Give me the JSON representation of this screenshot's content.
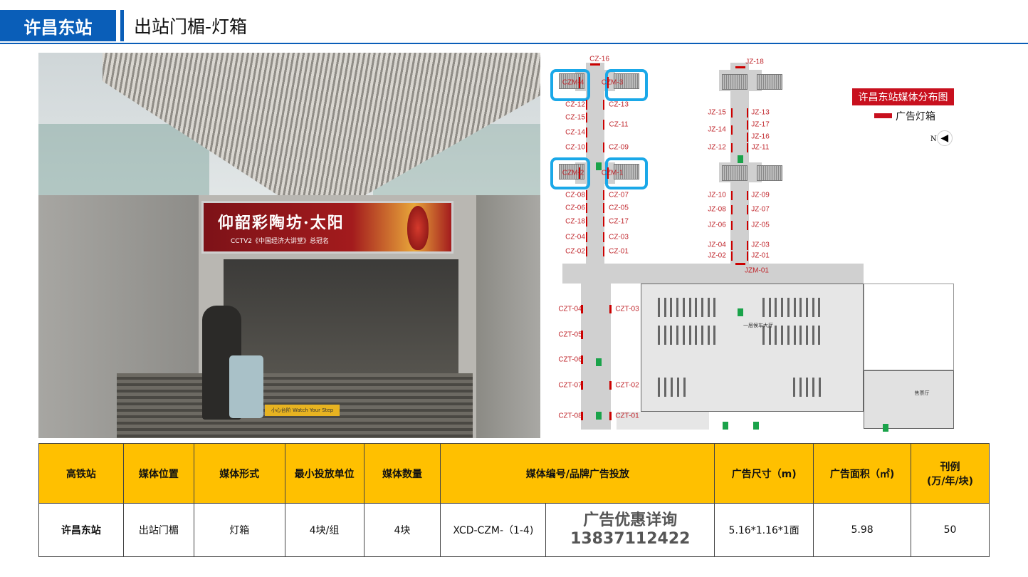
{
  "header": {
    "station": "许昌东站",
    "title": "出站门楣-灯箱"
  },
  "photo": {
    "banner_title": "仰韶彩陶坊·太阳",
    "banner_sub": "CCTV2《中国经济大讲堂》总冠名",
    "floor_sign": "小心台阶 Watch Your Step"
  },
  "map": {
    "legend_title": "许昌东站媒体分布图",
    "legend_item": "广告灯箱",
    "compass": "N",
    "hall_label": "一层候车大厅",
    "ticket_label": "售票厅",
    "cz_labels": [
      "CZ-16",
      "CZ-12",
      "CZ-15",
      "CZ-14",
      "CZ-10",
      "CZ-08",
      "CZ-06",
      "CZ-18",
      "CZ-04",
      "CZ-02",
      "CZ-13",
      "CZ-11",
      "CZ-09",
      "CZ-07",
      "CZ-05",
      "CZ-17",
      "CZ-03",
      "CZ-01"
    ],
    "czm_labels": [
      "CZM-4",
      "CZM-3",
      "CZM-2",
      "CZM-1"
    ],
    "jz_labels": [
      "JZ-18",
      "JZ-15",
      "JZ-14",
      "JZ-12",
      "JZ-10",
      "JZ-08",
      "JZ-06",
      "JZ-04",
      "JZ-02",
      "JZ-13",
      "JZ-17",
      "JZ-16",
      "JZ-11",
      "JZ-09",
      "JZ-07",
      "JZ-05",
      "JZ-03",
      "JZ-01",
      "JZM-01"
    ],
    "czt_labels": [
      "CZT-04",
      "CZT-05",
      "CZT-06",
      "CZT-07",
      "CZT-08",
      "CZT-03",
      "CZT-02",
      "CZT-01"
    ]
  },
  "table": {
    "headers": [
      "高铁站",
      "媒体位置",
      "媒体形式",
      "最小投放单位",
      "媒体数量",
      "媒体编号/品牌广告投放",
      "广告尺寸（m)",
      "广告面积（㎡)",
      "刊例\n(万/年/块)"
    ],
    "row": {
      "station": "许昌东站",
      "position": "出站门楣",
      "form": "灯箱",
      "min_unit": "4块/组",
      "count": "4块",
      "media_code": "XCD-CZM-（1-4)",
      "promo_line1": "广告优惠详询",
      "promo_line2": "13837112422",
      "size": "5.16*1.16*1面",
      "area": "5.98",
      "price": "50"
    }
  }
}
